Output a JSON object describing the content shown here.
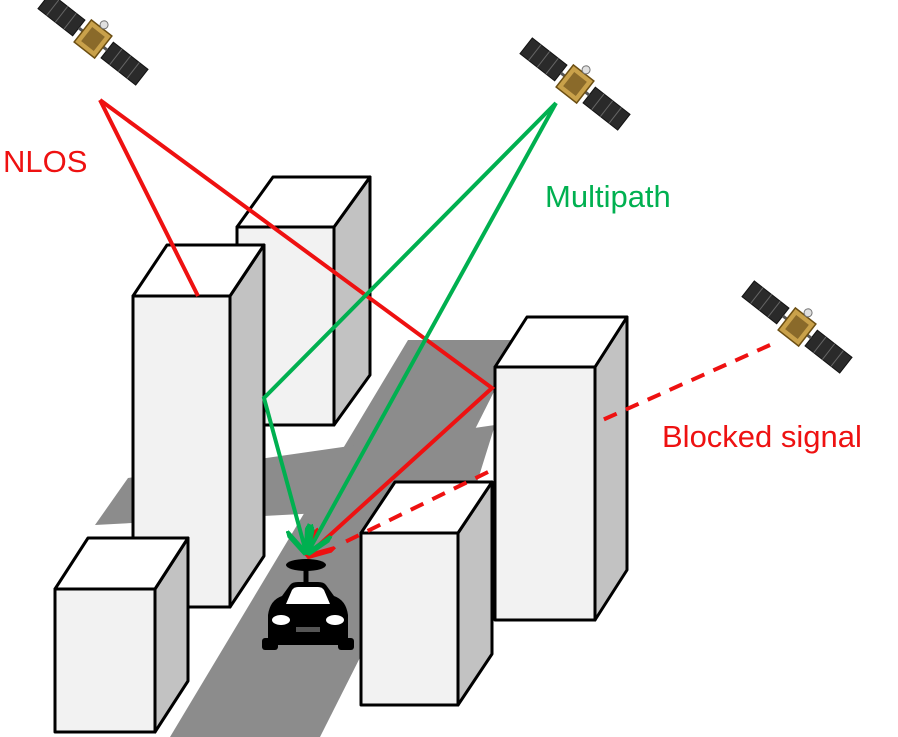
{
  "labels": {
    "nlos": "NLOS",
    "multipath": "Multipath",
    "blocked": "Blocked signal"
  },
  "colors": {
    "nlos": "#ee1111",
    "multipath": "#00b050",
    "blocked": "#ee1111",
    "road": "#8c8c8c",
    "building_front": "#f2f2f2",
    "building_side": "#c2c2c2",
    "building_top": "#ffffff"
  },
  "icons": {
    "satellite": "satellite-icon",
    "car": "car-icon"
  }
}
